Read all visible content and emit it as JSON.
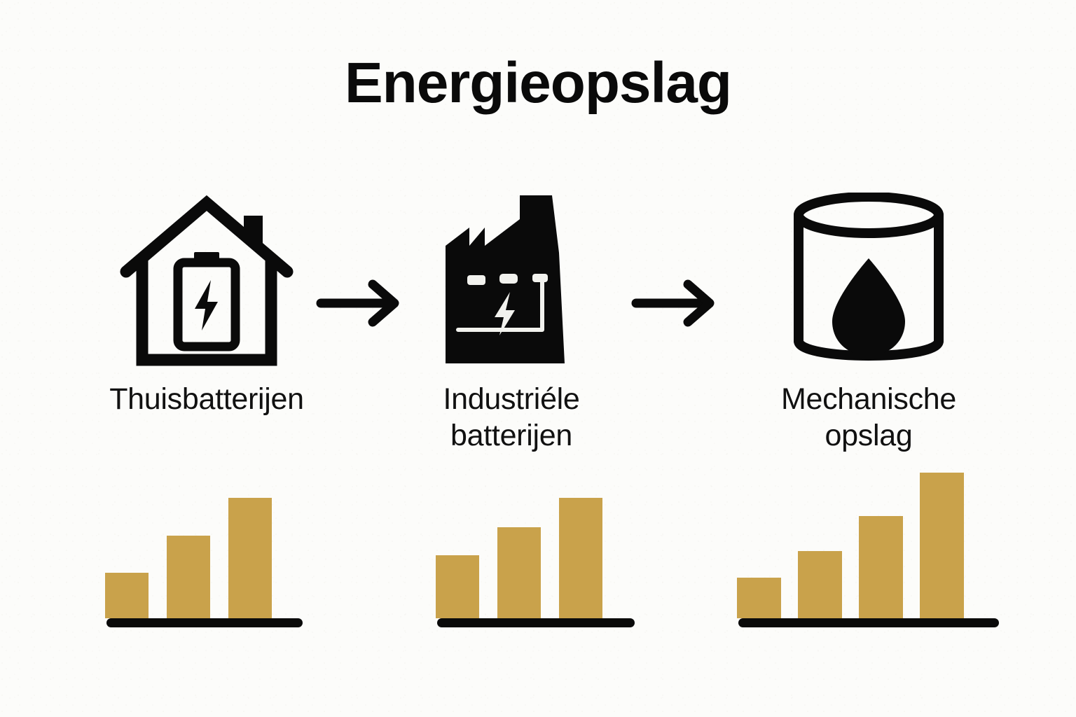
{
  "page": {
    "title": "Energieopslag",
    "background_color": "#fcfcfa",
    "ink_color": "#0a0a0a",
    "accent_color": "#c9a24b"
  },
  "columns": [
    {
      "icon": "house-battery-icon",
      "label": "Thuisbatterijen"
    },
    {
      "icon": "factory-battery-icon",
      "label_line1": "Industriéle",
      "label_line2": "batterijen"
    },
    {
      "icon": "cylinder-tank-droplet-icon",
      "label_line1": "Mechanische",
      "label_line2": "opslag"
    }
  ],
  "connectors": [
    {
      "icon": "arrow-right-icon"
    },
    {
      "icon": "arrow-right-icon"
    }
  ],
  "chart_data": [
    {
      "type": "bar",
      "title": "Thuisbatterijen",
      "categories": [
        "1",
        "2",
        "3"
      ],
      "values": [
        65,
        118,
        172
      ],
      "ylim": [
        0,
        230
      ],
      "bar_color": "#c9a24b",
      "xlabel": "",
      "ylabel": "",
      "grid": false,
      "legend": "none",
      "axis_baseline": true,
      "tick_labels": []
    },
    {
      "type": "bar",
      "title": "Industriéle batterijen",
      "categories": [
        "1",
        "2",
        "3"
      ],
      "values": [
        90,
        130,
        172
      ],
      "ylim": [
        0,
        230
      ],
      "bar_color": "#c9a24b",
      "xlabel": "",
      "ylabel": "",
      "grid": false,
      "legend": "none",
      "axis_baseline": true,
      "tick_labels": []
    },
    {
      "type": "bar",
      "title": "Mechanische opslag",
      "categories": [
        "1",
        "2",
        "3",
        "4"
      ],
      "values": [
        58,
        96,
        146,
        208
      ],
      "ylim": [
        0,
        230
      ],
      "bar_color": "#c9a24b",
      "xlabel": "",
      "ylabel": "",
      "grid": false,
      "legend": "none",
      "axis_baseline": true,
      "tick_labels": []
    }
  ]
}
